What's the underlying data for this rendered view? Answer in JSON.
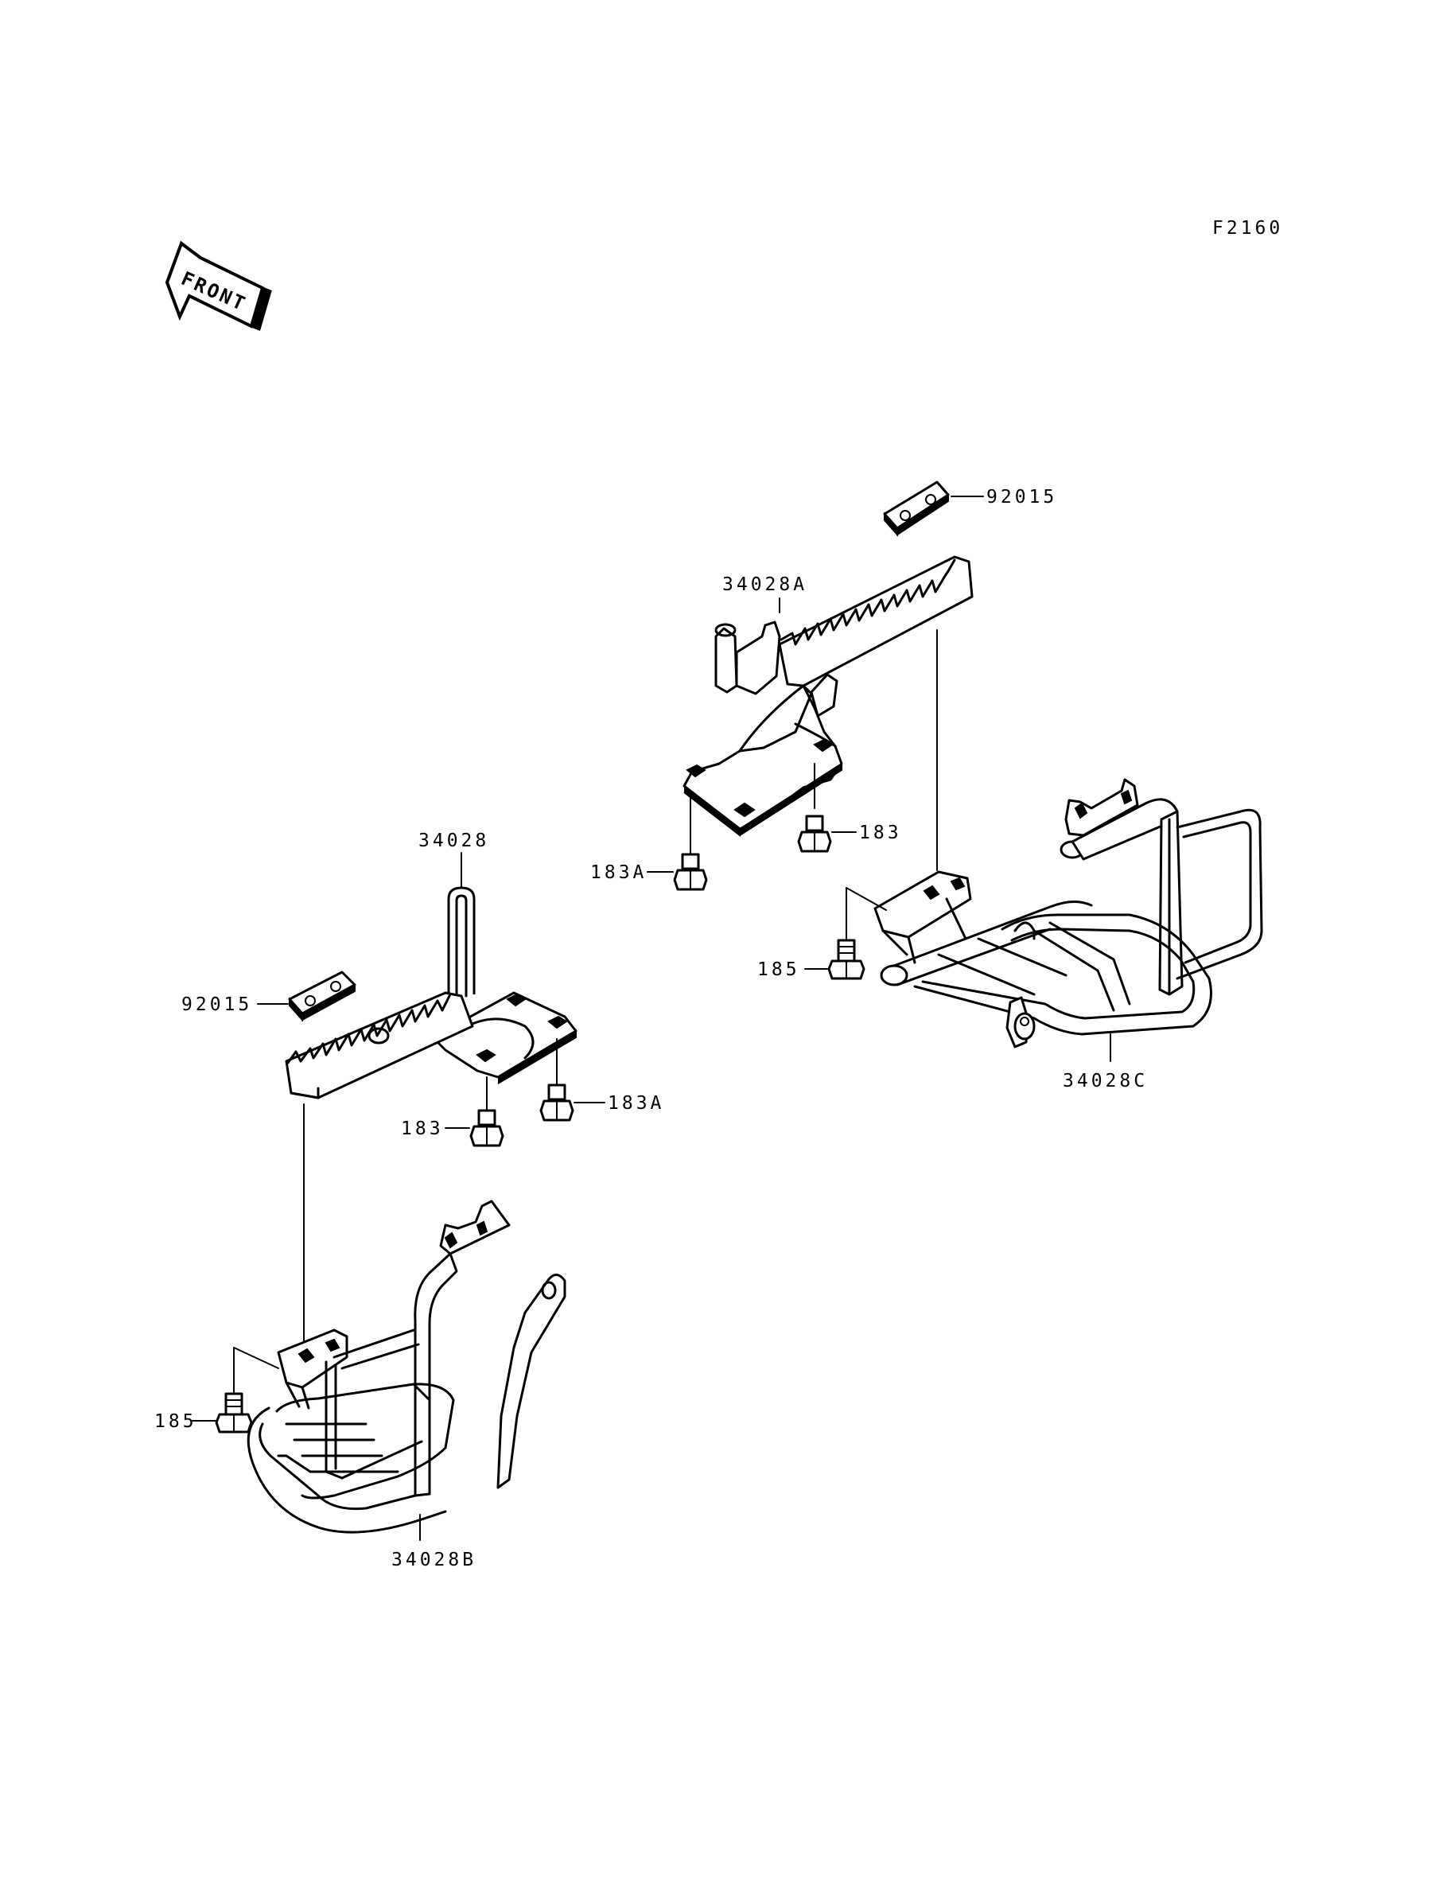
{
  "diagram": {
    "code": "F2160",
    "front_label": "FRONT",
    "callouts": {
      "pad_right": "92015",
      "peg_right": "34028A",
      "nut_right": "183",
      "nut_right_a": "183A",
      "bolt_right": "185",
      "guard_right": "34028C",
      "peg_left": "34028",
      "pad_left": "92015",
      "nut_left": "183",
      "nut_left_a": "183A",
      "bolt_left": "185",
      "guard_left": "34028B"
    }
  }
}
